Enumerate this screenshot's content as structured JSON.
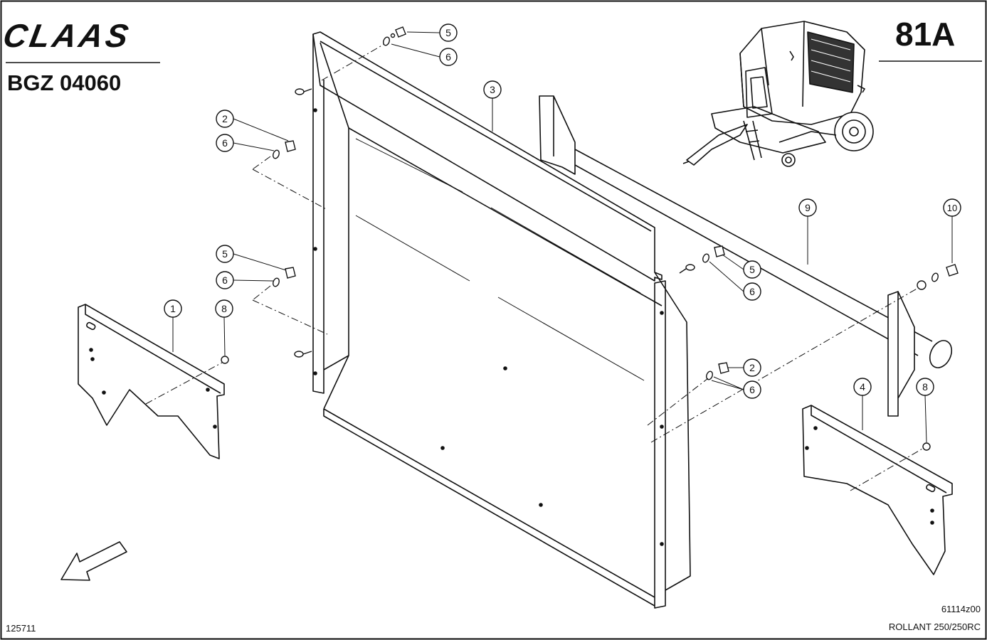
{
  "header": {
    "brand": "CLAAS",
    "drawing_code": "BGZ 04060",
    "page_number": "81A"
  },
  "footer": {
    "drawing_id": "125711",
    "file_ref": "61114z00",
    "model": "ROLLANT 250/250RC"
  },
  "callouts": [
    "5",
    "6",
    "2",
    "6",
    "3",
    "5",
    "6",
    "1",
    "8",
    "9",
    "10",
    "5",
    "6",
    "2",
    "6",
    "4",
    "8"
  ],
  "colors": {
    "ink": "#111111",
    "paper": "#ffffff"
  }
}
